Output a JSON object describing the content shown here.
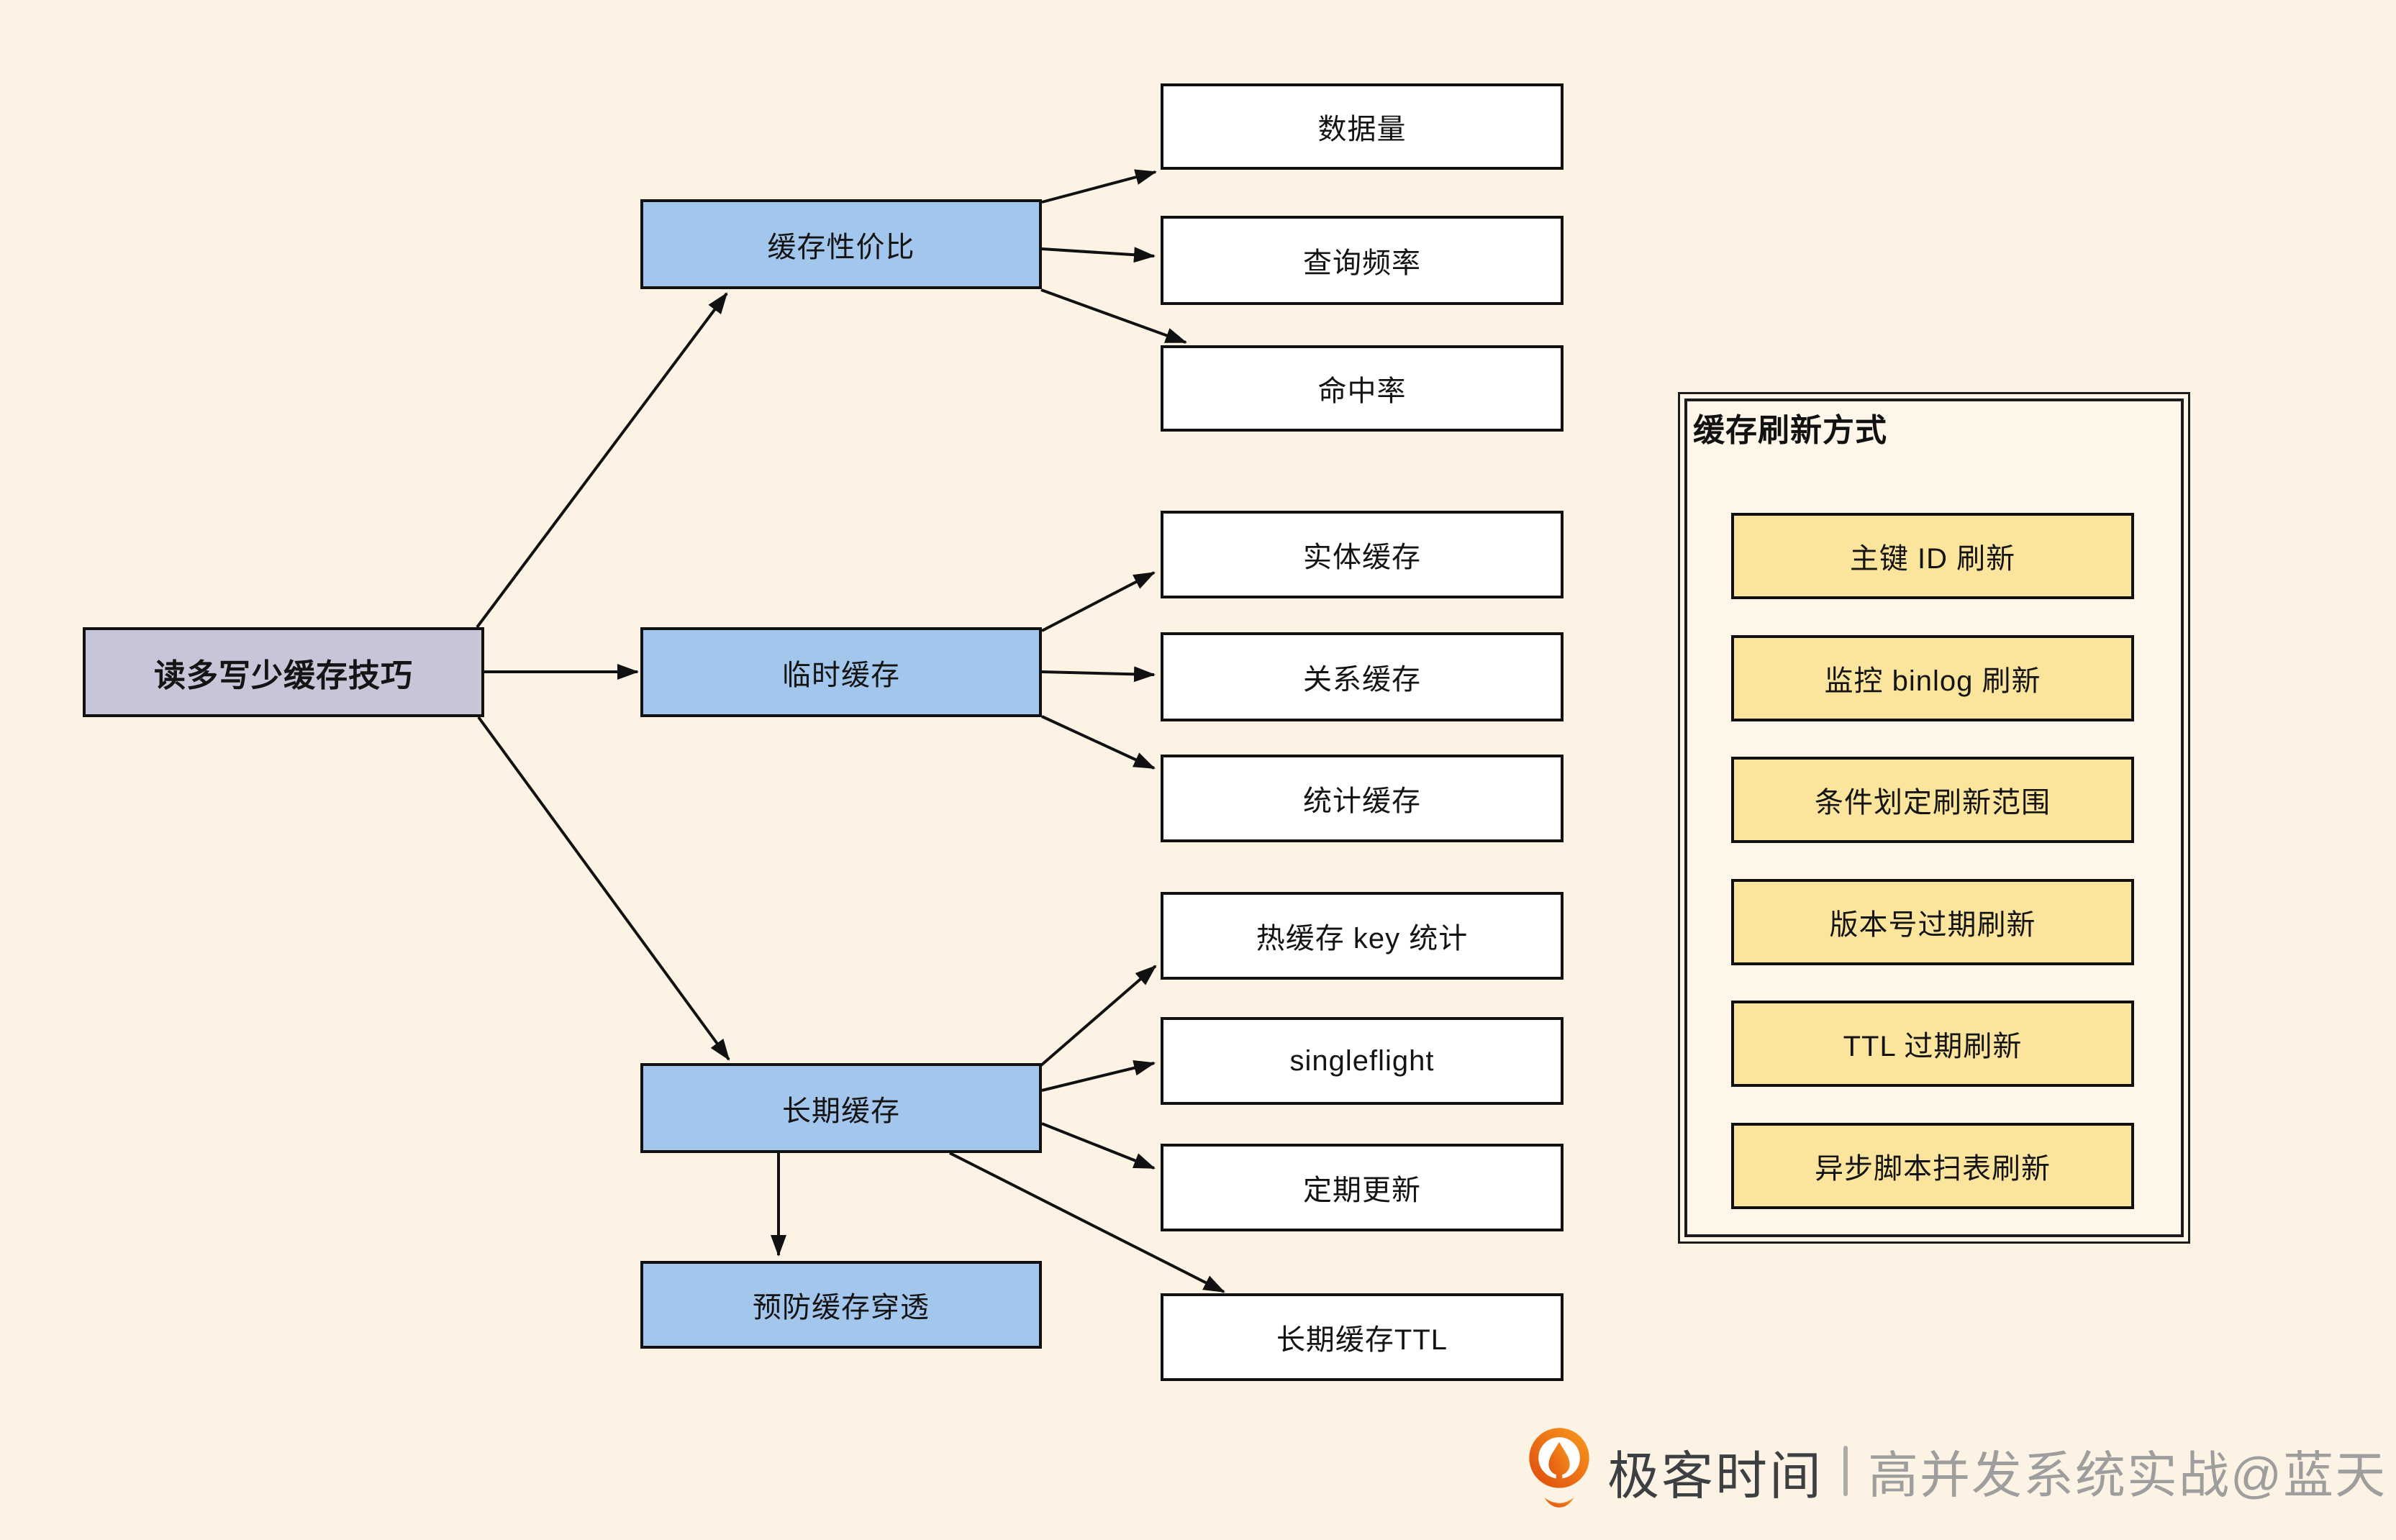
{
  "diagram": {
    "nodes": {
      "root": {
        "label": "读多写少缓存技巧"
      },
      "cost": {
        "label": "缓存性价比"
      },
      "temp": {
        "label": "临时缓存"
      },
      "longterm": {
        "label": "长期缓存"
      },
      "prevent": {
        "label": "预防缓存穿透"
      },
      "data_volume": {
        "label": "数据量"
      },
      "query_freq": {
        "label": "查询频率"
      },
      "hit_rate": {
        "label": "命中率"
      },
      "entity_cache": {
        "label": "实体缓存"
      },
      "relation_cache": {
        "label": "关系缓存"
      },
      "stats_cache": {
        "label": "统计缓存"
      },
      "hot_key": {
        "label": "热缓存 key 统计"
      },
      "singleflight": {
        "label": "singleflight"
      },
      "periodic_update": {
        "label": "定期更新"
      },
      "longterm_ttl": {
        "label": "长期缓存TTL"
      }
    },
    "edges": [
      {
        "from": "root",
        "to": "cost"
      },
      {
        "from": "root",
        "to": "temp"
      },
      {
        "from": "root",
        "to": "longterm"
      },
      {
        "from": "cost",
        "to": "data_volume"
      },
      {
        "from": "cost",
        "to": "query_freq"
      },
      {
        "from": "cost",
        "to": "hit_rate"
      },
      {
        "from": "temp",
        "to": "entity_cache"
      },
      {
        "from": "temp",
        "to": "relation_cache"
      },
      {
        "from": "temp",
        "to": "stats_cache"
      },
      {
        "from": "longterm",
        "to": "hot_key"
      },
      {
        "from": "longterm",
        "to": "singleflight"
      },
      {
        "from": "longterm",
        "to": "periodic_update"
      },
      {
        "from": "longterm",
        "to": "longterm_ttl"
      },
      {
        "from": "longterm",
        "to": "prevent"
      }
    ]
  },
  "panel": {
    "title": "缓存刷新方式",
    "items": [
      {
        "label": "主键 ID 刷新"
      },
      {
        "label": "监控 binlog 刷新"
      },
      {
        "label": "条件划定刷新范围"
      },
      {
        "label": "版本号过期刷新"
      },
      {
        "label": "TTL 过期刷新"
      },
      {
        "label": "异步脚本扫表刷新"
      }
    ]
  },
  "footer": {
    "brand": "极客时间",
    "credit": "高并发系统实战@蓝天"
  },
  "colors": {
    "background": "#fcf3e4",
    "panel_bg": "#fdf6e9",
    "root_fill": "#c6c6d8",
    "branch_fill": "#a3c6ec",
    "leaf_fill": "#ffffff",
    "panel_item_fill": "#fbe49b",
    "stroke": "#111111",
    "footer_brand_text": "#3d4043",
    "footer_credit_text": "#9e9e9e",
    "logo_orange": "#ed6a1d"
  }
}
